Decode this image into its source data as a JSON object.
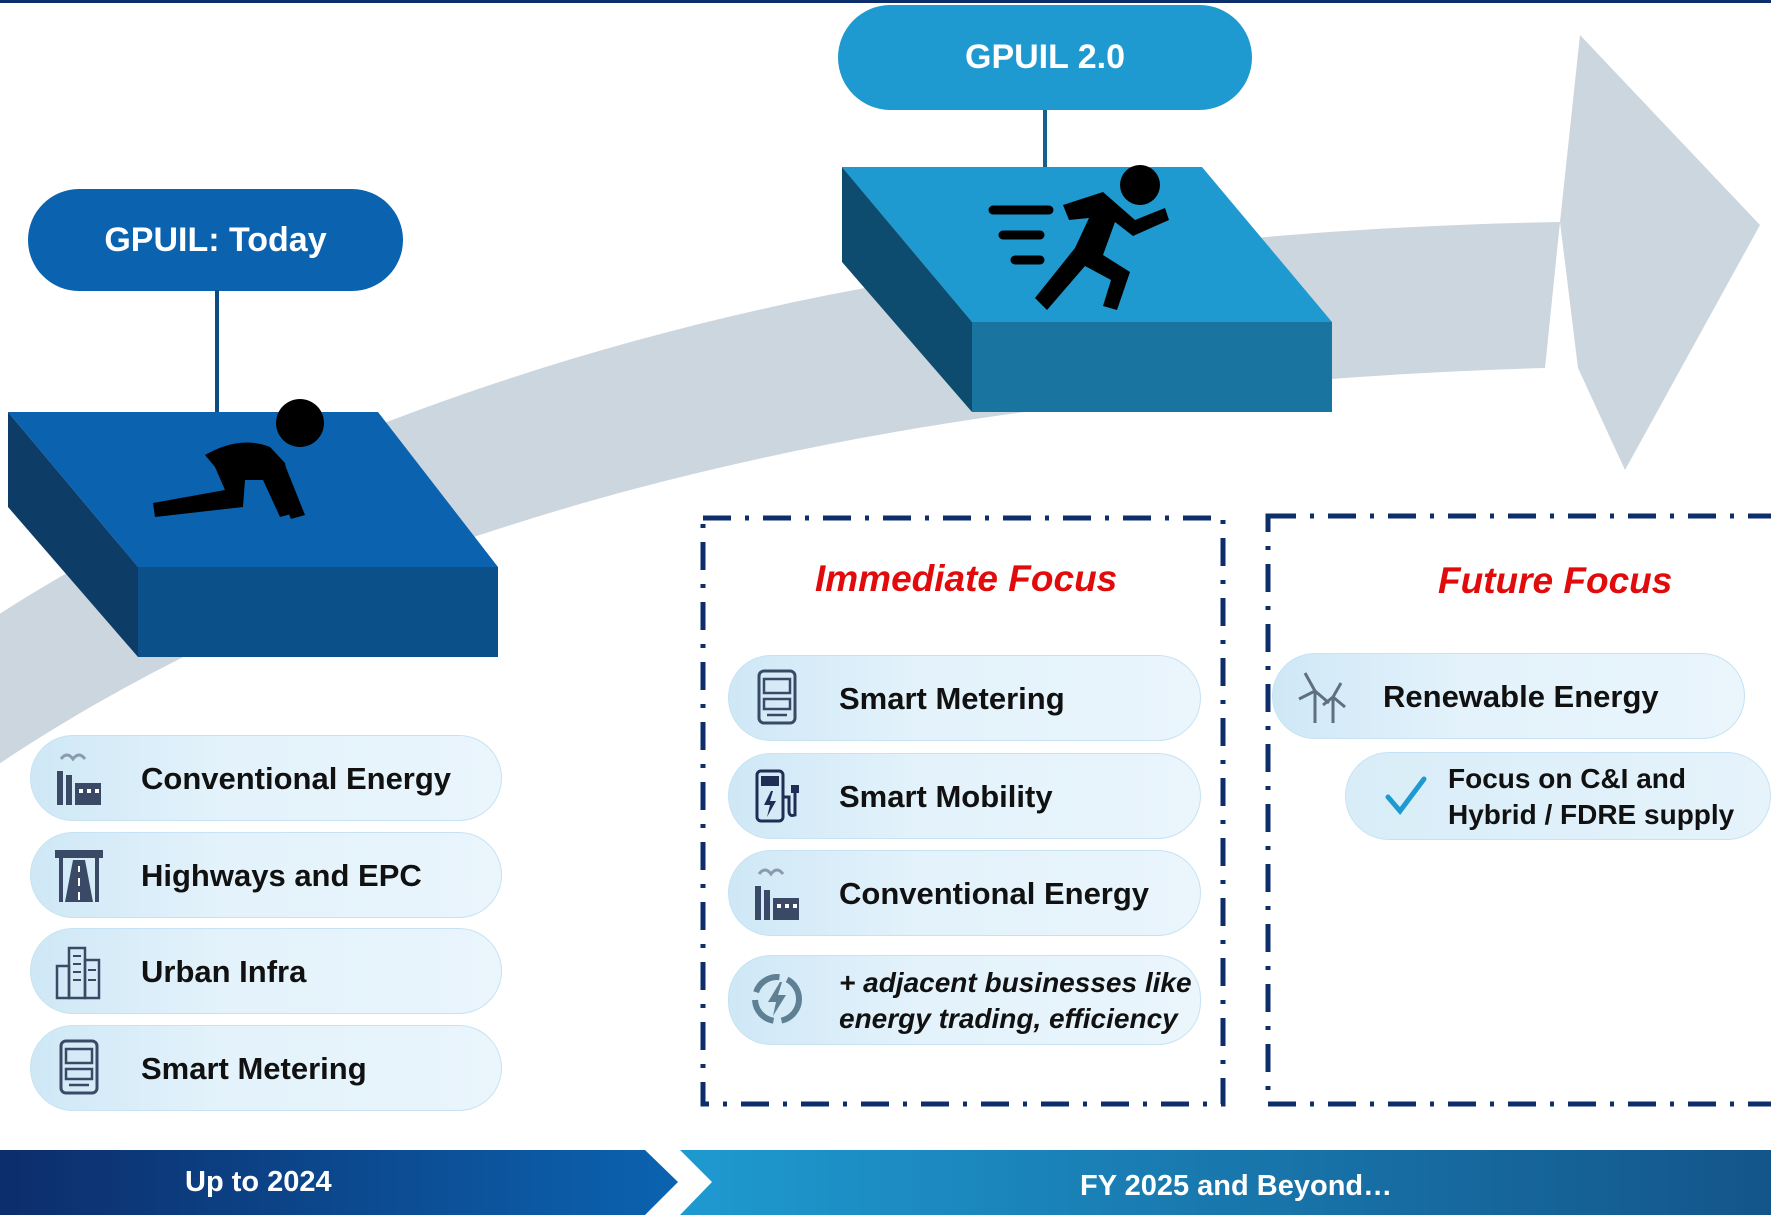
{
  "stages": {
    "today": {
      "label": "GPUIL: Today"
    },
    "next": {
      "label": "GPUIL 2.0"
    }
  },
  "today_items": [
    {
      "label": "Conventional Energy",
      "icon": "power-plant-icon"
    },
    {
      "label": "Highways and EPC",
      "icon": "highway-icon"
    },
    {
      "label": "Urban Infra",
      "icon": "city-buildings-icon"
    },
    {
      "label": "Smart Metering",
      "icon": "smart-meter-icon"
    }
  ],
  "immediate_focus": {
    "title": "Immediate Focus",
    "items": [
      {
        "label": "Smart Metering",
        "icon": "smart-meter-icon"
      },
      {
        "label": "Smart Mobility",
        "icon": "ev-charger-icon"
      },
      {
        "label": "Conventional Energy",
        "icon": "power-plant-icon"
      },
      {
        "label": "+ adjacent businesses like energy trading, efficiency",
        "icon": "energy-cycle-icon"
      }
    ]
  },
  "future_focus": {
    "title": "Future Focus",
    "items": [
      {
        "label": "Renewable Energy",
        "icon": "wind-turbine-icon"
      }
    ],
    "sub_items": [
      {
        "label_line1": "Focus on C&I and",
        "label_line2": "Hybrid / FDRE supply",
        "icon": "checkmark-icon"
      }
    ]
  },
  "timeline": {
    "left": "Up to 2024",
    "right": "FY 2025 and Beyond…"
  },
  "colors": {
    "dark_navy": "#0d2d6b",
    "today_blue": "#0b63b0",
    "next_blue": "#1e9ad0",
    "focus_red": "#e10b0b",
    "arrow_grey": "#ccd6de"
  }
}
